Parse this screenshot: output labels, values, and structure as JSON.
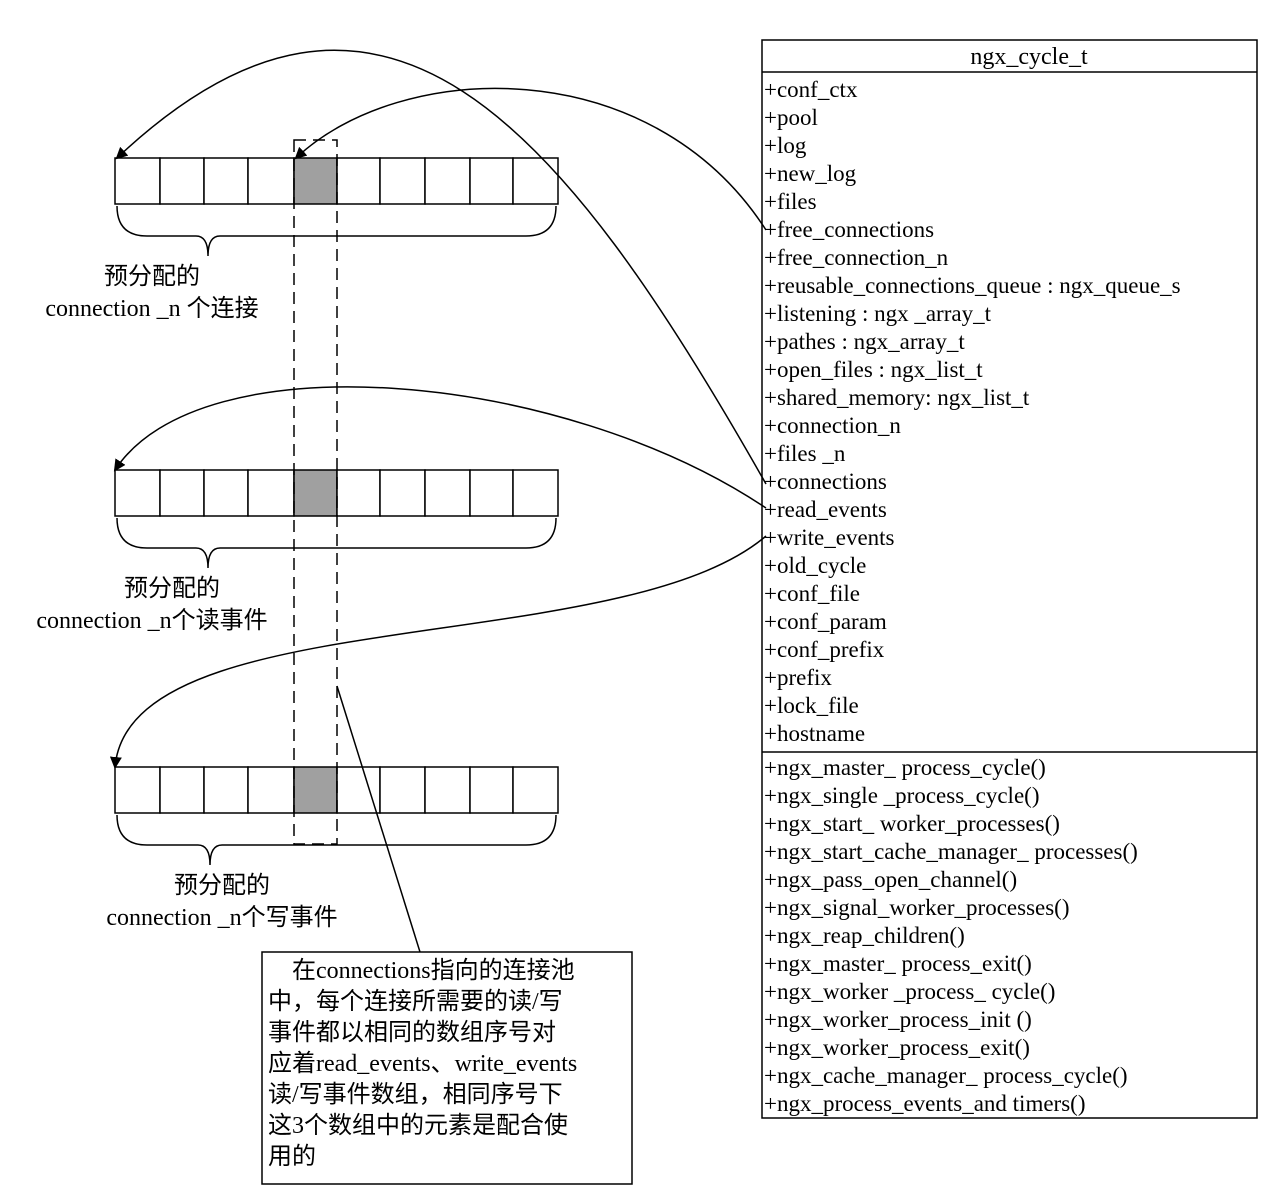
{
  "class_box": {
    "title": "ngx_cycle_t",
    "fields": [
      "+conf_ctx",
      "+pool",
      "+log",
      "+new_log",
      "+files",
      "+free_connections",
      "+free_connection_n",
      "+reusable_connections_queue : ngx_queue_s",
      "+listening :  ngx _array_t",
      "+pathes : ngx_array_t",
      "+open_files :  ngx_list_t",
      "+shared_memory: ngx_list_t",
      "+connection_n",
      "+files _n",
      "+connections",
      "+read_events",
      "+write_events",
      "+old_cycle",
      "+conf_file",
      "+conf_param",
      "+conf_prefix",
      "+prefix",
      "+lock_file",
      "+hostname"
    ],
    "methods": [
      "+ngx_master_ process_cycle()",
      "+ngx_single _process_cycle()",
      "+ngx_start_ worker_processes()",
      "+ngx_start_cache_manager_ processes()",
      "+ngx_pass_open_channel()",
      "+ngx_signal_worker_processes()",
      "+ngx_reap_children()",
      "+ngx_master_ process_exit()",
      "+ngx_worker _process_ cycle()",
      "+ngx_worker_process_init ()",
      "+ngx_worker_process_exit()",
      "+ngx_cache_manager_ process_cycle()",
      "+ngx_process_events_and timers()"
    ]
  },
  "arrays": [
    {
      "label_line1": "预分配的",
      "label_line2": "connection _n 个连接"
    },
    {
      "label_line1": "预分配的",
      "label_line2": "connection _n个读事件"
    },
    {
      "label_line1": "预分配的",
      "label_line2": "connection _n个写事件"
    }
  ],
  "note": {
    "lines": [
      "　在connections指向的连接池",
      "中，每个连接所需要的读/写",
      "事件都以相同的数组序号对",
      "应着read_events、write_events",
      "读/写事件数组，相同序号下",
      "这3个数组中的元素是配合使",
      "用的"
    ]
  },
  "colors": {
    "highlight_cell": "#a0a0a0",
    "stroke": "#000000"
  }
}
